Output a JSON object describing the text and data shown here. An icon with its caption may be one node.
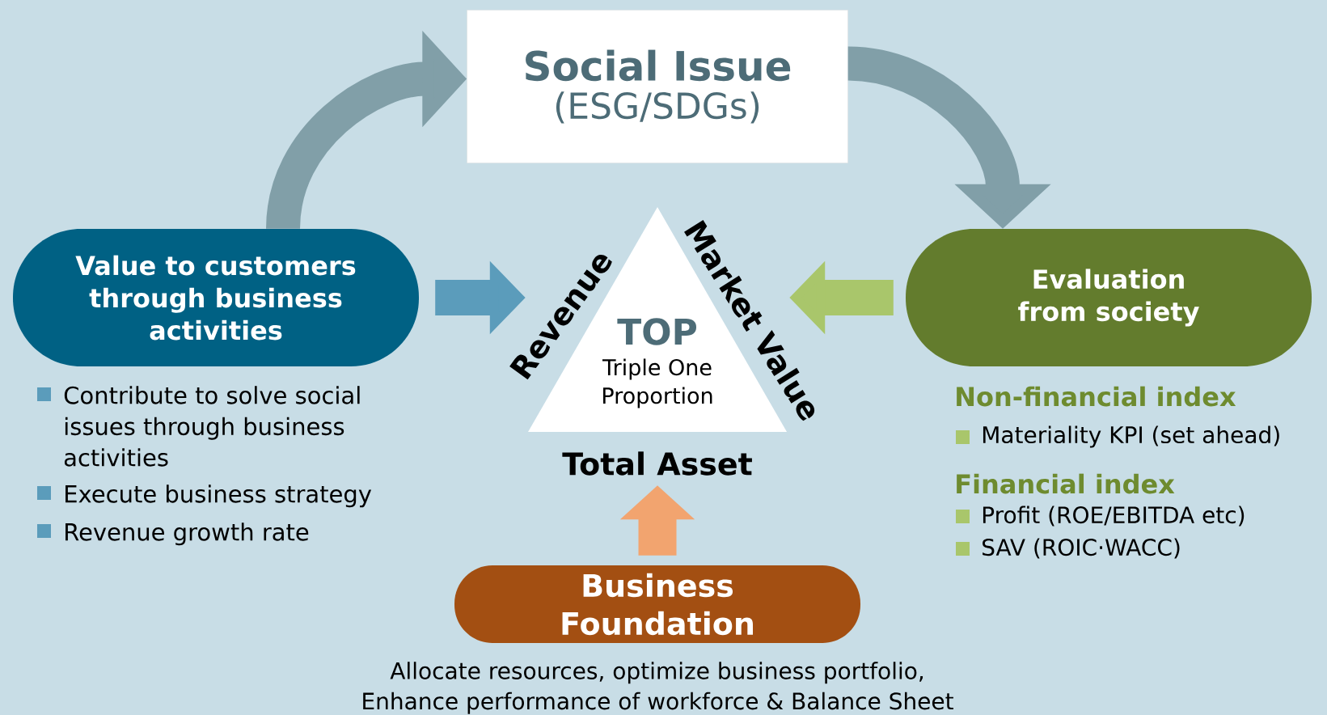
{
  "diagram": {
    "nodes": [
      {
        "text": [
          "Social Issue",
          "(ESG/SDGs)"
        ]
      },
      {
        "text": [
          "Value to customers through business activities"
        ],
        "beside": [
          "Contribute to solve social issues through business activities",
          "Execute business strategy",
          "Revenue growth rate"
        ]
      },
      {
        "text": [
          "TOP",
          "Triple One Proportion"
        ],
        "beside": [
          "Revenue",
          "Market Value",
          "Total Asset"
        ]
      },
      {
        "text": [
          "Evaluation from society"
        ],
        "beside": [
          "Non-financial index",
          "Materiality KPI (set ahead)",
          "Financial index",
          "Profit (ROE/EBITDA etc)",
          "SAV (ROIC·WACC)"
        ]
      },
      {
        "text": [
          "Business Foundation"
        ],
        "beside": [
          "Allocate resources, optimize business portfolio, Enhance performance of workforce & Balance Sheet"
        ]
      }
    ],
    "edges": [
      {
        "from": 1,
        "to": 0,
        "arrow": "to",
        "color": "#819fa8"
      },
      {
        "from": 0,
        "to": 3,
        "arrow": "to",
        "color": "#819fa8"
      },
      {
        "from": 1,
        "to": 2,
        "arrow": "to",
        "color": "#5b9cbb"
      },
      {
        "from": 3,
        "to": 2,
        "arrow": "to",
        "color": "#a9c66b"
      },
      {
        "from": 4,
        "to": 2,
        "arrow": "to",
        "color": "#f2a46f"
      }
    ]
  }
}
